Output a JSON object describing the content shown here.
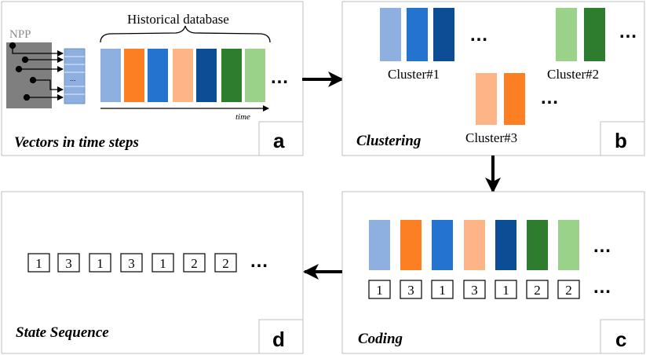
{
  "panel_a": {
    "letter": "a",
    "caption": "Vectors in time steps",
    "npp_label": "NPP",
    "vector_ellipsis": "...",
    "database_label": "Historical database",
    "time_label": "time",
    "ellipsis": "…"
  },
  "panel_b": {
    "letter": "b",
    "caption": "Clustering",
    "cluster1_label": "Cluster#1",
    "cluster2_label": "Cluster#2",
    "cluster3_label": "Cluster#3",
    "ellipsis": "…"
  },
  "panel_c": {
    "letter": "c",
    "caption": "Coding",
    "codes": [
      "1",
      "3",
      "1",
      "3",
      "1",
      "2",
      "2"
    ],
    "ellipsis": "…"
  },
  "panel_d": {
    "letter": "d",
    "caption": "State Sequence",
    "codes": [
      "1",
      "3",
      "1",
      "3",
      "1",
      "2",
      "2"
    ],
    "ellipsis": "…"
  },
  "colors": {
    "light_blue": "#8db0e0",
    "orange": "#fd7f23",
    "mid_blue": "#2474cf",
    "peach": "#fdb487",
    "dark_blue": "#0b4e96",
    "dark_green": "#2e7d2e",
    "light_green": "#99d288",
    "npp_gray": "#7f7f7f"
  }
}
